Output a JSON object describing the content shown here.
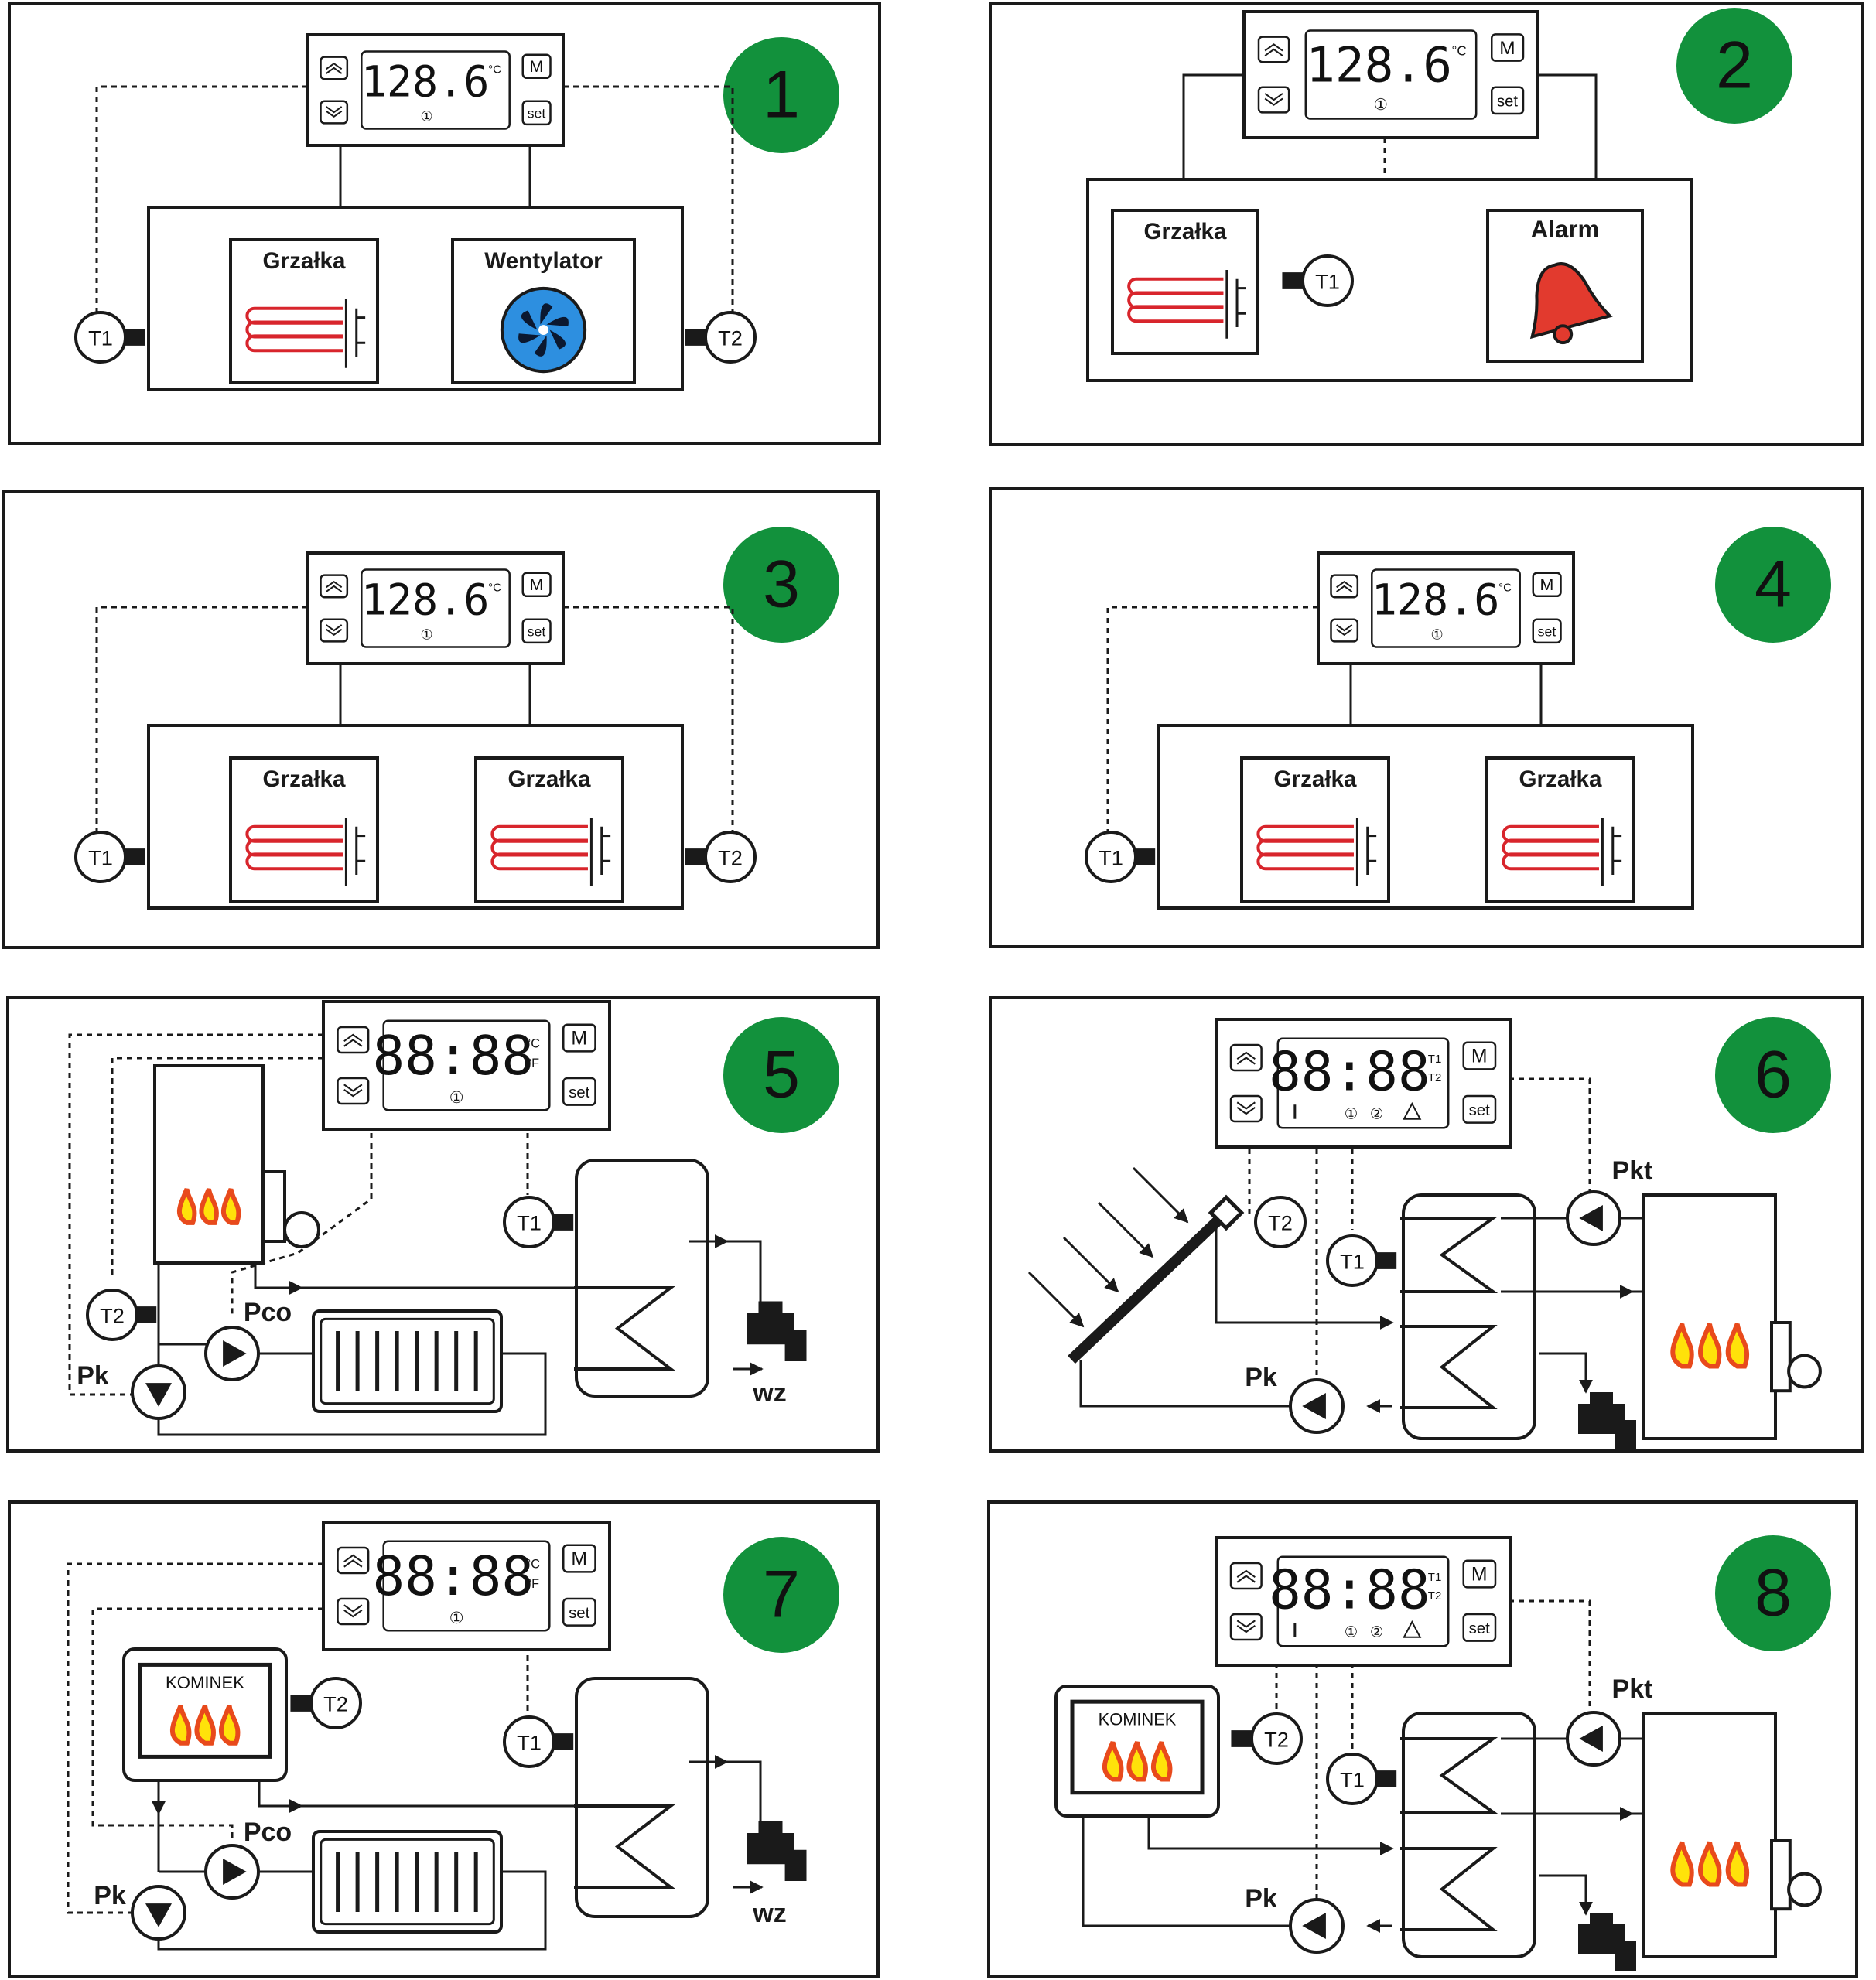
{
  "colors": {
    "badge": "#12913c",
    "heater": "#d8252c",
    "fan": "#2d8fe0",
    "bell": "#e23a2e",
    "flame_outer": "#e84a1c",
    "flame_inner": "#ffe20a",
    "ink": "#1a1a1a"
  },
  "controller": {
    "display_temp": "128.6",
    "display_dual": "88:88",
    "unit_c": "°C",
    "unit_f": "°F",
    "btn_up": "up-arrow-icon",
    "btn_down": "down-arrow-icon",
    "btn_mode": "M",
    "btn_set": "set",
    "relay_1": "①",
    "relay_2": "②",
    "t1_mark": "T1",
    "t2_mark": "T2"
  },
  "labels": {
    "heater": "Grzałka",
    "fan": "Wentylator",
    "alarm": "Alarm",
    "fireplace": "KOMINEK",
    "sensor_t1": "T1",
    "sensor_t2": "T2",
    "pump_pk": "Pk",
    "pump_pco": "Pco",
    "pump_pkt": "Pkt",
    "cold_water": "wz"
  },
  "panels": [
    {
      "number": "1",
      "scheme": "heater-fan-two-sensors"
    },
    {
      "number": "2",
      "scheme": "heater-alarm-one-sensor"
    },
    {
      "number": "3",
      "scheme": "two-heaters-two-sensors"
    },
    {
      "number": "4",
      "scheme": "two-heaters-one-sensor"
    },
    {
      "number": "5",
      "scheme": "boiler-radiator-tank"
    },
    {
      "number": "6",
      "scheme": "solar-collector-tank-boiler"
    },
    {
      "number": "7",
      "scheme": "fireplace-radiator-tank"
    },
    {
      "number": "8",
      "scheme": "fireplace-tank-boiler"
    }
  ]
}
